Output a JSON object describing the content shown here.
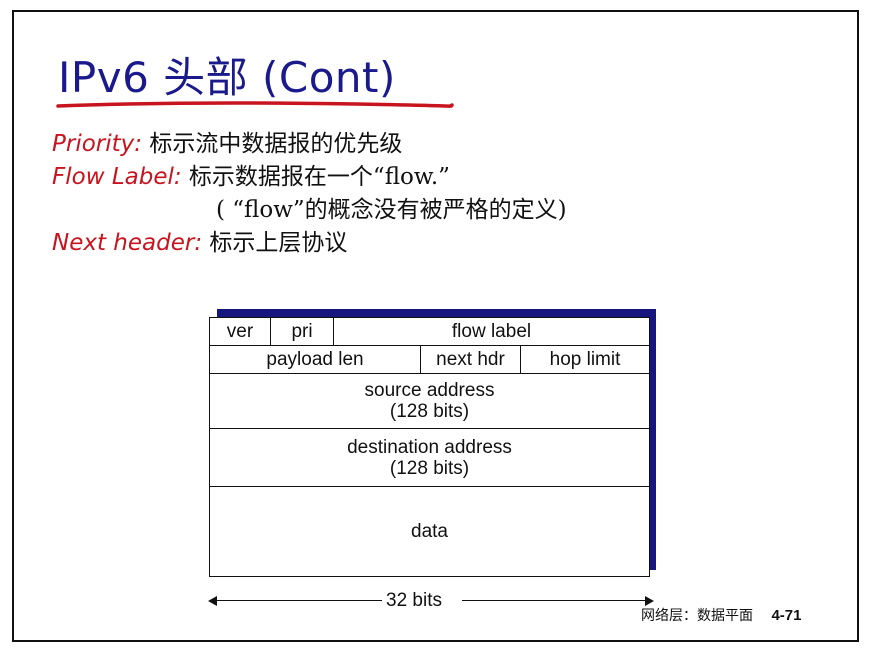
{
  "slide": {
    "title": "IPv6 头部 (Cont)",
    "bullets": [
      {
        "term": "Priority:",
        "desc": " 标示流中数据报的优先级"
      },
      {
        "term": "Flow Label:",
        "desc": " 标示数据报在一个“flow.”"
      },
      {
        "term": "",
        "desc": "( “flow”的概念没有被严格的定义)"
      },
      {
        "term": "Next header:",
        "desc": " 标示上层协议"
      }
    ],
    "accent_color": "#c8141e",
    "title_color": "#1a1a8c"
  },
  "header_diagram": {
    "rows": [
      [
        "ver",
        "pri",
        "flow label"
      ],
      [
        "payload len",
        "next hdr",
        "hop limit"
      ],
      [
        "source address",
        "(128 bits)"
      ],
      [
        "destination address",
        "(128 bits)"
      ],
      [
        "data"
      ]
    ],
    "width_label": "32 bits"
  },
  "footer": {
    "section": "网络层：数据平面",
    "page": "4-71"
  }
}
